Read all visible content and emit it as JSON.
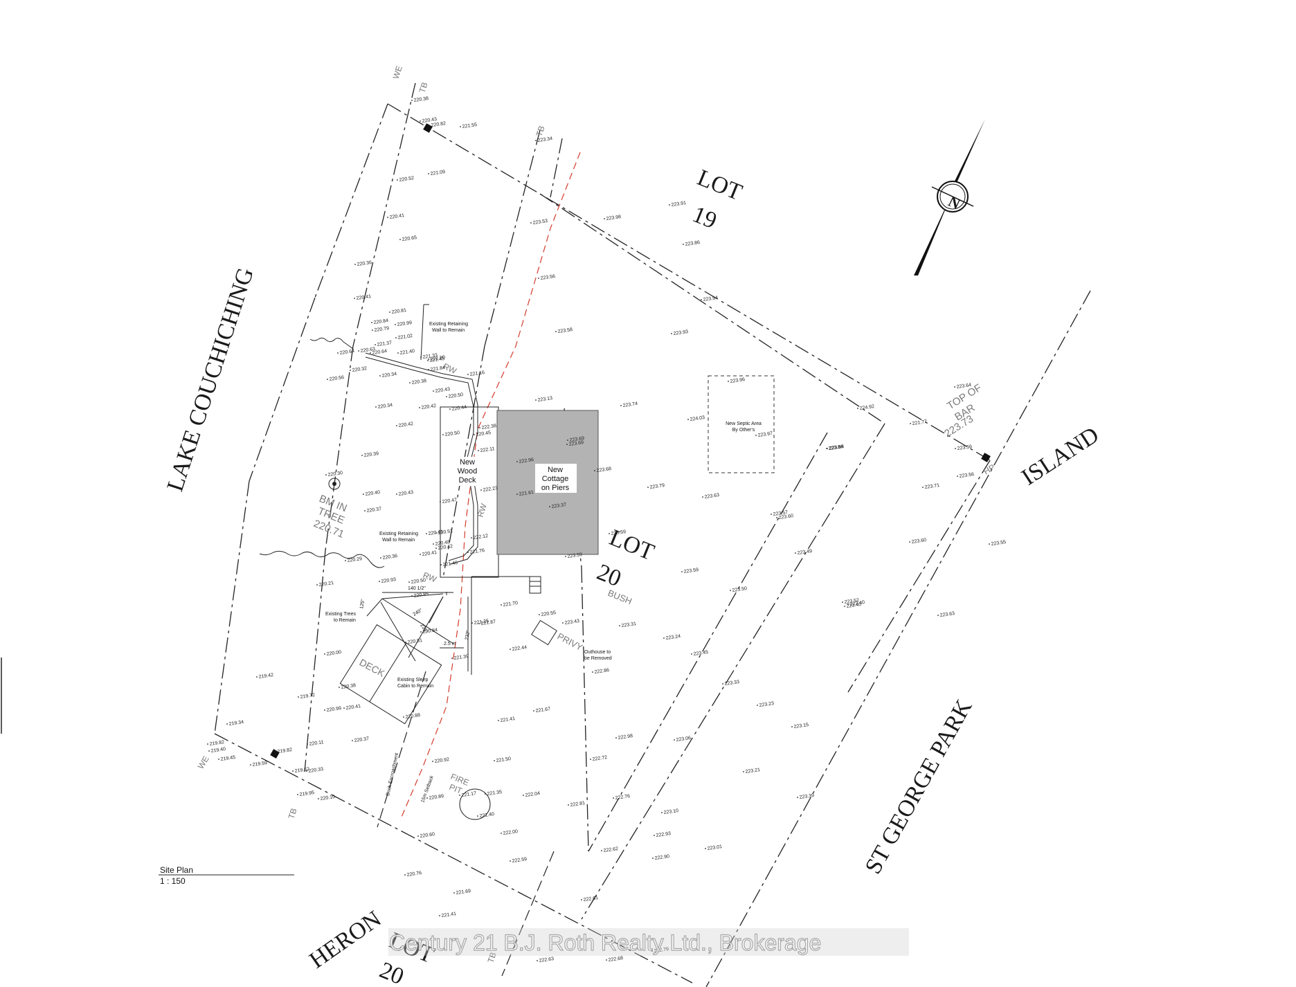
{
  "labels": {
    "lake": "LAKE COUCHICHING",
    "lot19": [
      "LOT",
      "19"
    ],
    "lot20": [
      "LOT",
      "20"
    ],
    "island": "ISLAND",
    "park": "ST GEORGE PARK",
    "heron": "HERON",
    "heron_lot": [
      "LOT",
      "20"
    ],
    "cottage": [
      "New",
      "Cottage",
      "on Piers"
    ],
    "deck_new": [
      "New",
      "Wood",
      "Deck"
    ],
    "septic": [
      "New Septic Area",
      "By Other's"
    ],
    "retain_top": [
      "Existing Retaining",
      "Wall to Remain"
    ],
    "retain_mid": [
      "Existing Retaining",
      "Wall to Remain"
    ],
    "trees": [
      "Existing Trees",
      "to Remain"
    ],
    "sleep_cabin": [
      "Existing Sleep",
      "Cabin to Remain"
    ],
    "outhouse": [
      "Outhouse to",
      "be Removed"
    ],
    "privy": "PRIVY",
    "deck": "DECK",
    "bush": "BUSH",
    "fire_pit": [
      "FIRE",
      "PIT"
    ],
    "bm": [
      "BM IN",
      "TREE",
      "220.71"
    ],
    "top_bar": [
      "TOP OF",
      "BAR",
      "223.73"
    ],
    "hp": "HP",
    "we_top": "WE",
    "tb_top": "TB",
    "tb_mid": "TB",
    "we_bot": "WE",
    "tb_bot": "TB",
    "tb_bot2": "TB",
    "rw1": "RW",
    "rw2": "RW",
    "rw3": "RW",
    "dim_140": "140 1/2\"",
    "dim_25m": "2.5 m",
    "dim_232": "232\"",
    "dim_240": "240\"",
    "dim_236": "236\"",
    "dim_125": "125\"",
    "dock": "Dock Encroachment",
    "setback": "15m Setback",
    "north": "N"
  },
  "legend": {
    "title": "Site Plan",
    "scale": "1 : 150"
  },
  "watermark": "Century 21 B.J. Roth Realty Ltd., Brokerage",
  "elevations": [
    "220.38",
    "220.43",
    "220.82",
    "221.55",
    "223.34",
    "220.52",
    "221.09",
    "220.41",
    "220.65",
    "223.53",
    "223.98",
    "223.91",
    "223.86",
    "220.36",
    "223.56",
    "220.41",
    "220.84",
    "220.81",
    "220.79",
    "220.99",
    "221.37",
    "221.02",
    "220.64",
    "220.63",
    "220.64",
    "221.40",
    "221.33",
    "221.43",
    "221.80",
    "221.84",
    "221.16",
    "220.56",
    "220.32",
    "220.34",
    "220.38",
    "220.43",
    "220.50",
    "220.34",
    "220.42",
    "220.44",
    "223.13",
    "223.58",
    "223.93",
    "223.94",
    "223.96",
    "223.74",
    "224.03",
    "223.97",
    "224.92",
    "223.64",
    "223.84",
    "221.77",
    "223.56",
    "222.38",
    "220.42",
    "220.50",
    "220.45",
    "222.11",
    "222.96",
    "223.69",
    "223.68",
    "223.79",
    "223.88",
    "223.71",
    "223.56",
    "220.39",
    "220.30",
    "220.40",
    "220.43",
    "221.61",
    "222.23",
    "223.37",
    "223.69",
    "223.63",
    "223.57",
    "223.60",
    "223.49",
    "223.55",
    "223.60",
    "220.47",
    "220.41",
    "220.51",
    "220.48",
    "220.42",
    "222.12",
    "220.37",
    "220.29",
    "220.36",
    "220.41",
    "221.46",
    "221.76",
    "223.59",
    "223.59",
    "223.59",
    "223.50",
    "223.52",
    "223.40",
    "223.63",
    "223.40",
    "220.21",
    "220.93",
    "220.50",
    "220.85",
    "221.70",
    "221.87",
    "220.55",
    "223.43",
    "223.31",
    "223.24",
    "221.25",
    "220.00",
    "220.51",
    "220.84",
    "222.44",
    "221.39",
    "223.45",
    "222.86",
    "223.33",
    "223.23",
    "223.15",
    "219.42",
    "219.72",
    "220.38",
    "220.41",
    "220.99",
    "220.88",
    "221.41",
    "221.67",
    "222.98",
    "223.06",
    "219.34",
    "219.82",
    "219.40",
    "219.45",
    "219.59",
    "219.82",
    "220.11",
    "220.37",
    "221.50",
    "220.92",
    "222.72",
    "223.21",
    "219.62",
    "220.33",
    "219.95",
    "220.10",
    "221.17",
    "221.35",
    "220.89",
    "222.04",
    "222.81",
    "222.76",
    "223.10",
    "222.93",
    "223.39",
    "221.40",
    "222.00",
    "220.60",
    "222.59",
    "222.62",
    "222.90",
    "223.01",
    "220.76",
    "221.69",
    "222.61",
    "221.41",
    "222.63",
    "222.68",
    "222.79"
  ],
  "colors": {
    "cottage": "#b3b3b3",
    "setback": "#d23a2a",
    "ink": "#222222"
  }
}
